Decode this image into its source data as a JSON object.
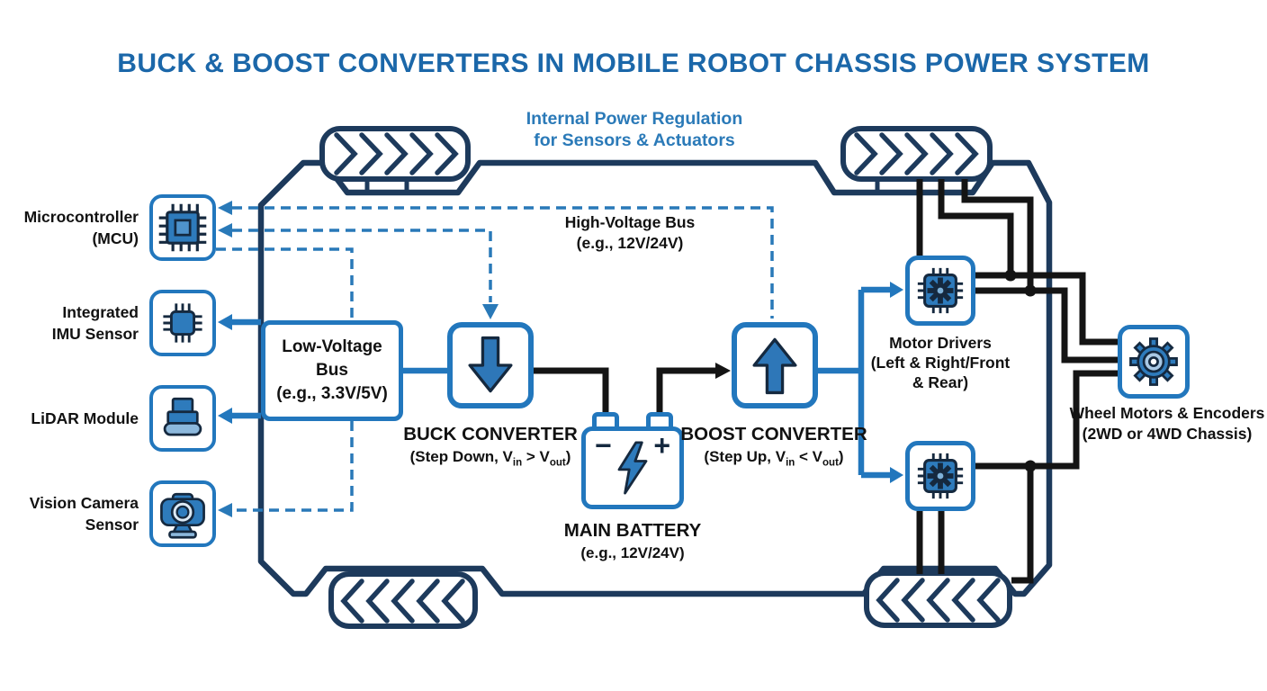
{
  "title": "BUCK & BOOST CONVERTERS IN MOBILE ROBOT CHASSIS POWER SYSTEM",
  "subtitle": {
    "line1": "Internal Power Regulation",
    "line2": "for Sensors & Actuators"
  },
  "sensors": [
    {
      "id": "mcu",
      "label_line1": "Microcontroller",
      "label_line2": "(MCU)",
      "icon": "chip-icon"
    },
    {
      "id": "imu",
      "label_line1": "Integrated",
      "label_line2": "IMU Sensor",
      "icon": "imu-chip-icon"
    },
    {
      "id": "lidar",
      "label_line1": "LiDAR Module",
      "label_line2": "",
      "icon": "lidar-icon"
    },
    {
      "id": "camera",
      "label_line1": "Vision Camera",
      "label_line2": "Sensor",
      "icon": "camera-icon"
    }
  ],
  "low_voltage_bus": {
    "line1": "Low-Voltage Bus",
    "line2": "(e.g., 3.3V/5V)"
  },
  "high_voltage_bus": {
    "line1": "High-Voltage Bus",
    "line2": "(e.g., 12V/24V)"
  },
  "buck": {
    "title": "BUCK CONVERTER",
    "sub": {
      "pre": "(Step Down, V",
      "sub1": "in",
      "mid": " > V",
      "sub2": "out",
      "post": ")"
    },
    "icon": "arrow-down-icon"
  },
  "boost": {
    "title": "BOOST CONVERTER",
    "sub": {
      "pre": "(Step Up, V",
      "sub1": "in",
      "mid": " < V",
      "sub2": "out",
      "post": ")"
    },
    "icon": "arrow-up-icon"
  },
  "battery": {
    "title": "MAIN BATTERY",
    "sub": "(e.g., 12V/24V)",
    "minus": "−",
    "plus": "+",
    "icon": "lightning-bolt-icon"
  },
  "motor_drivers": {
    "line1": "Motor Drivers",
    "line2": "(Left & Right/Front",
    "line3": "& Rear)",
    "icon": "driver-chip-gear-icon"
  },
  "wheel_motors": {
    "line1": "Wheel Motors & Encoders",
    "line2": "(2WD or 4WD Chassis)",
    "icon": "gear-icon"
  },
  "colors": {
    "accent_blue": "#2277bd",
    "navy": "#1d3a5c",
    "title_blue": "#1b67a9",
    "subtitle_blue": "#2b7ab8",
    "icon_blue": "#2e7bbc",
    "icon_light_blue": "#a9c9e5",
    "wire_black": "#141414",
    "dashed_blue": "#2979b8"
  }
}
